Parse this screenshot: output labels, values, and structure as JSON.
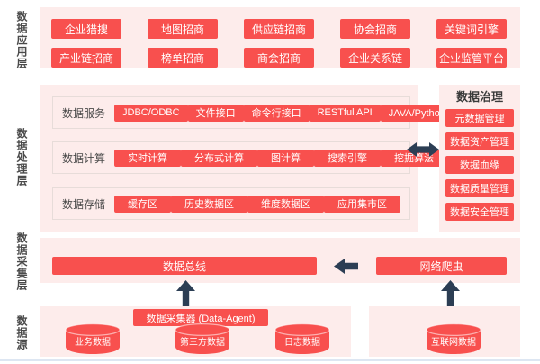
{
  "colors": {
    "primary_red": "#f8504e",
    "panel_pink": "#fdeceb",
    "arrow_navy": "#2c3e54",
    "label_gray": "#4a4a4a",
    "bottom_line_blue": "#dde6f2"
  },
  "icons": {
    "up_arrow": "↑",
    "left_arrow": "←",
    "bidirectional_arrow": "↔",
    "database": "cylinder"
  },
  "application_layer": {
    "label": "数据应用层",
    "row1": [
      "企业猎搜",
      "地图招商",
      "供应链招商",
      "协会招商",
      "关键词引擎"
    ],
    "row2": [
      "产业链招商",
      "榜单招商",
      "商会招商",
      "企业关系链",
      "企业监管平台"
    ]
  },
  "processing_layer": {
    "label": "数据处理层",
    "service": {
      "name": "数据服务",
      "items": [
        "JDBC/ODBC",
        "文件接口",
        "命令行接口",
        "RESTful API",
        "JAVA/Python接口"
      ]
    },
    "compute": {
      "name": "数据计算",
      "items": [
        "实时计算",
        "分布式计算",
        "图计算",
        "搜索引擎",
        "挖掘算法"
      ]
    },
    "storage": {
      "name": "数据存储",
      "items": [
        "缓存区",
        "历史数据区",
        "维度数据区",
        "应用集市区"
      ]
    },
    "governance": {
      "title": "数据治理",
      "items": [
        "元数据管理",
        "数据资产管理",
        "数据血缘",
        "数据质量管理",
        "数据安全管理"
      ]
    }
  },
  "collection_layer": {
    "label": "数据采集层",
    "bus": "数据总线",
    "crawler": "网络爬虫"
  },
  "source_layer": {
    "label": "数据源",
    "agent": "数据采集器 (Data-Agent)",
    "internal": [
      "业务数据",
      "第三方数据",
      "日志数据"
    ],
    "external": [
      "互联网数据"
    ]
  }
}
